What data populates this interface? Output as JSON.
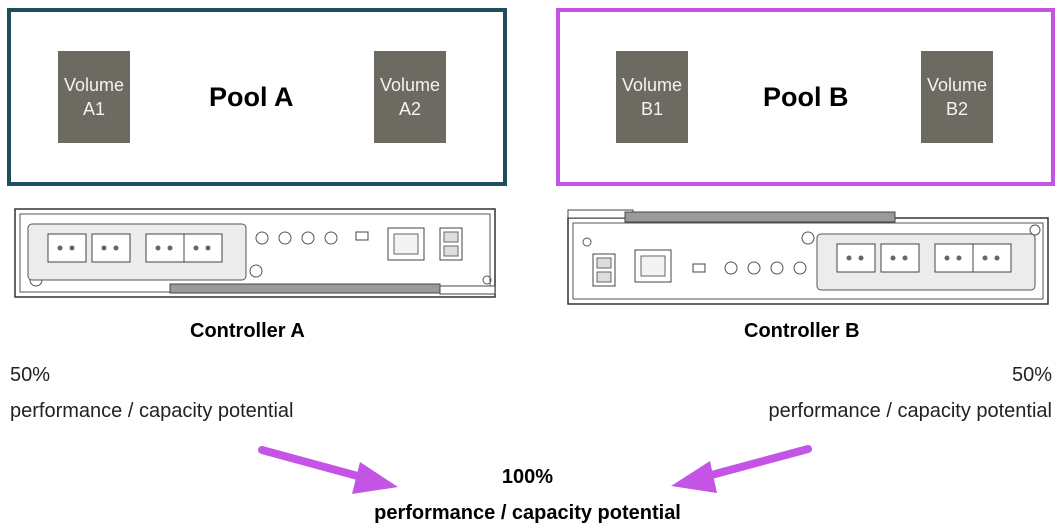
{
  "pools": {
    "a": {
      "title": "Pool A",
      "volumes": [
        {
          "line1": "Volume",
          "line2": "A1"
        },
        {
          "line1": "Volume",
          "line2": "A2"
        }
      ],
      "border_color": "#1e4f5c"
    },
    "b": {
      "title": "Pool B",
      "volumes": [
        {
          "line1": "Volume",
          "line2": "B1"
        },
        {
          "line1": "Volume",
          "line2": "B2"
        }
      ],
      "border_color": "#c454e6"
    }
  },
  "controllers": {
    "a": {
      "label": "Controller A",
      "percent": "50%",
      "caption": "performance / capacity potential"
    },
    "b": {
      "label": "Controller B",
      "percent": "50%",
      "caption": "performance / capacity potential"
    }
  },
  "total": {
    "percent": "100%",
    "caption": "performance / capacity potential"
  },
  "colors": {
    "arrow": "#c454e6",
    "volume": "#6d6a62"
  }
}
